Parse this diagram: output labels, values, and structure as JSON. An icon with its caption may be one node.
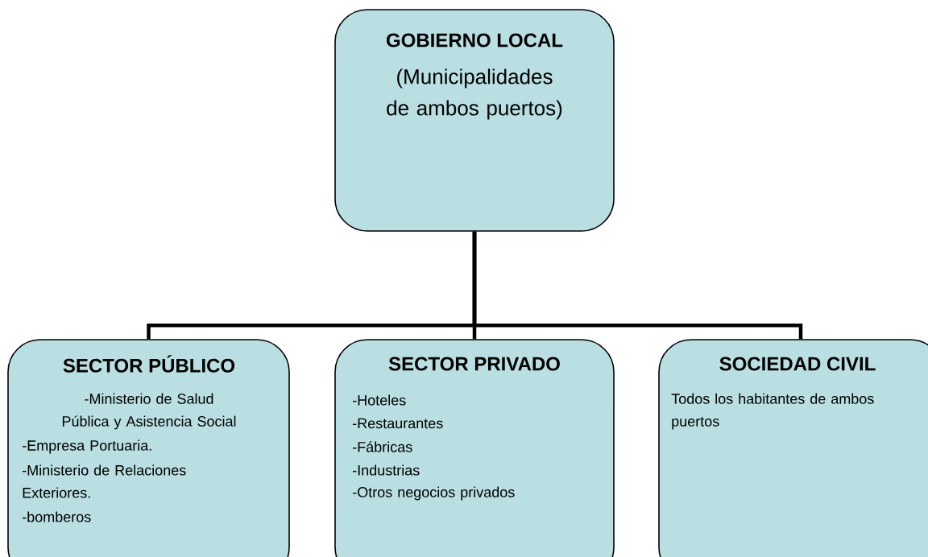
{
  "diagram": {
    "nodes": [
      {
        "text": [
          "GOBIERNO LOCAL",
          "(Municipalidades de ambos puertos)"
        ]
      },
      {
        "text": [
          "SECTOR PÚBLICO",
          "-Ministerio de Salud Pública y Asistencia Social",
          "-Empresa Portuaria.",
          "-Ministerio de Relaciones Exteriores.",
          "-bomberos"
        ]
      },
      {
        "text": [
          "SECTOR PRIVADO",
          "-Hoteles",
          "-Restaurantes",
          "-Fábricas",
          "-Industrias",
          "-Otros negocios privados"
        ]
      },
      {
        "text": [
          "SOCIEDAD CIVIL",
          "Todos los habitantes de ambos puertos"
        ]
      }
    ],
    "edges": [
      {
        "from": 0,
        "to": 1,
        "arrow": "none"
      },
      {
        "from": 0,
        "to": 2,
        "arrow": "none"
      },
      {
        "from": 0,
        "to": 3,
        "arrow": "none"
      }
    ]
  }
}
